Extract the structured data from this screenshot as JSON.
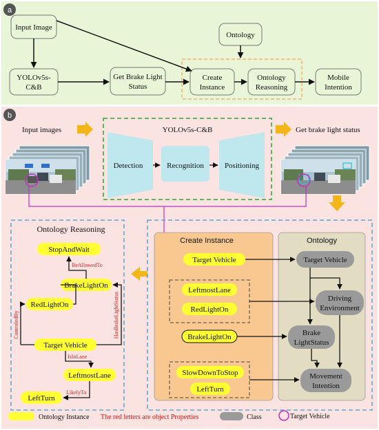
{
  "panel_a": {
    "label": "a",
    "input_image": "Input Image",
    "ontology": "Ontology",
    "yolo": [
      "YOLOv5s-",
      "C&B"
    ],
    "get_brake": [
      "Get Brake Light",
      "Status"
    ],
    "create_instance": [
      "Create",
      "Instance"
    ],
    "ontology_reasoning": [
      "Ontology",
      "Reasoning"
    ],
    "mobile_intention": [
      "Mobile",
      "Intention"
    ]
  },
  "panel_b": {
    "label": "b",
    "input_images": "Input images",
    "yolo_title": "YOLOv5s-C&B",
    "detection": "Detection",
    "recognition": "Recognition",
    "positioning": "Positioning",
    "get_status": "Get brake light status",
    "reasoning": {
      "title": "Ontology Reasoning",
      "nodes": {
        "stop": "StopAndWait",
        "brake": "BrakeLightOn",
        "red": "RedLightOn",
        "vehicle": "Target Vehicle",
        "lane": "LeftmostLane",
        "turn": "LeftTurn"
      },
      "relations": {
        "be_allowed": "BeAllowedTo",
        "controlled": "ControledBy",
        "has_brake": "HasBrakeLightStatus",
        "in_lane": "IsInLane",
        "likely": "LikelyTo"
      }
    },
    "create": {
      "title": "Create  Instance",
      "vehicle": "Target Vehicle",
      "lane": "LeftmostLane",
      "red": "RedLightOn",
      "brake": "BrakeLightOn",
      "slow": "SlowDownToStop",
      "turn": "LeftTurn"
    },
    "ontology": {
      "title": "Ontology",
      "vehicle": "Target Vehicle",
      "driving": [
        "Driving",
        "Environment"
      ],
      "brake_status": [
        "Brake",
        "LightStatus"
      ],
      "movement": [
        "Movement",
        "Intention"
      ]
    }
  },
  "legend": {
    "instance": "Ontology Instance",
    "red_note": "The red letters are  object Properties",
    "class": "Class",
    "target": "Target Vehicle"
  },
  "colors": {
    "panel_a_bg": "#e8f5d6",
    "panel_b_bg": "#fbe3e1",
    "instance": "#ffff33",
    "class": "#9a9a9a",
    "create_bg": "#f8c890",
    "ontology_bg": "#e2dcc2",
    "arrow_gold": "#f2b61b",
    "cyan": "#bfe8ee",
    "magenta": "#c030c0"
  }
}
